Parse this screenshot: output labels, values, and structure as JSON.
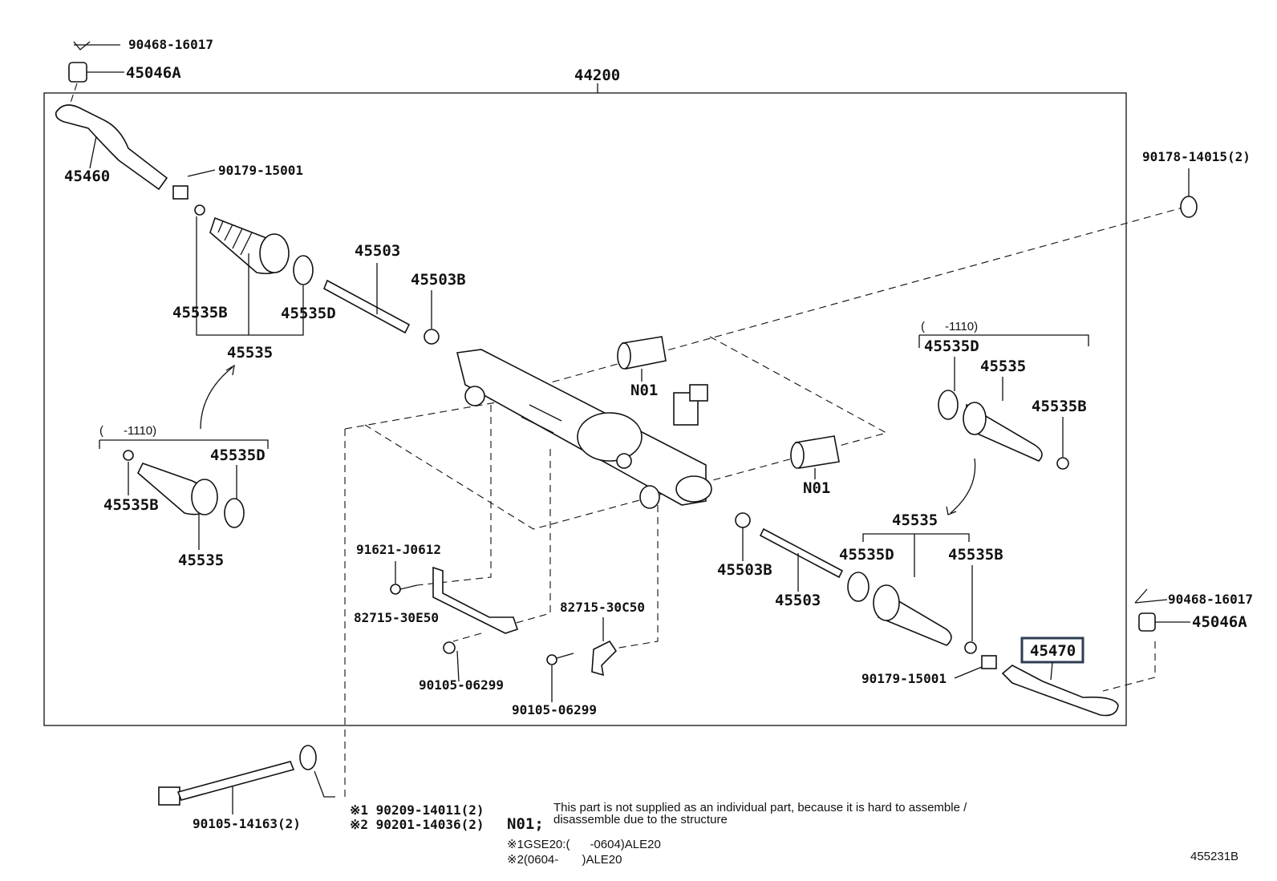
{
  "diagram": {
    "assembly_label": "44200",
    "figure_code": "455231B",
    "highlight_color": "#2c3e50",
    "labels": {
      "tl_cotter": "90468-16017",
      "tl_nut": "45046A",
      "tl_tie_rod_end": "45460",
      "tl_lock_nut": "90179-15001",
      "tl_rack_end": "45503",
      "tl_washer": "45503B",
      "tl_clip": "45535B",
      "tl_clamp": "45535D",
      "tl_boot": "45535",
      "tr_bolt": "90178-14015(2)",
      "r_range": "(      -1110)",
      "r_clamp": "45535D",
      "r_boot": "45535",
      "r_clip": "45535B",
      "n01_a": "N01",
      "l_range": "(      -1110)",
      "l_clamp": "45535D",
      "l_clip": "45535B",
      "l_boot": "45535",
      "n01_b": "N01",
      "br_boot": "45535",
      "bolt_91621": "91621-J0612",
      "br_washer": "45503B",
      "br_clamp": "45535D",
      "br_clip": "45535B",
      "br_rack_end": "45503",
      "bracket_c50": "82715-30C50",
      "bracket_e50": "82715-30E50",
      "rt_cotter": "90468-16017",
      "rt_nut": "45046A",
      "rt_tie_rod_end": "45470",
      "bolt_a": "90105-06299",
      "rt_lock_nut": "90179-15001",
      "bolt_b": "90105-06299",
      "long_bolt": "90105-14163(2)",
      "nut_1": "※1 90209-14011(2)",
      "nut_2": "※2 90201-14036(2)"
    },
    "notes": {
      "n01_code": "N01;",
      "n01_line1": "This part is not supplied as an individual part, because it is hard to assemble /",
      "n01_line2": "disassemble due to the structure",
      "footnote_1": "※1GSE20:(      -0604)ALE20",
      "footnote_2": "※2(0604-       )ALE20"
    }
  }
}
